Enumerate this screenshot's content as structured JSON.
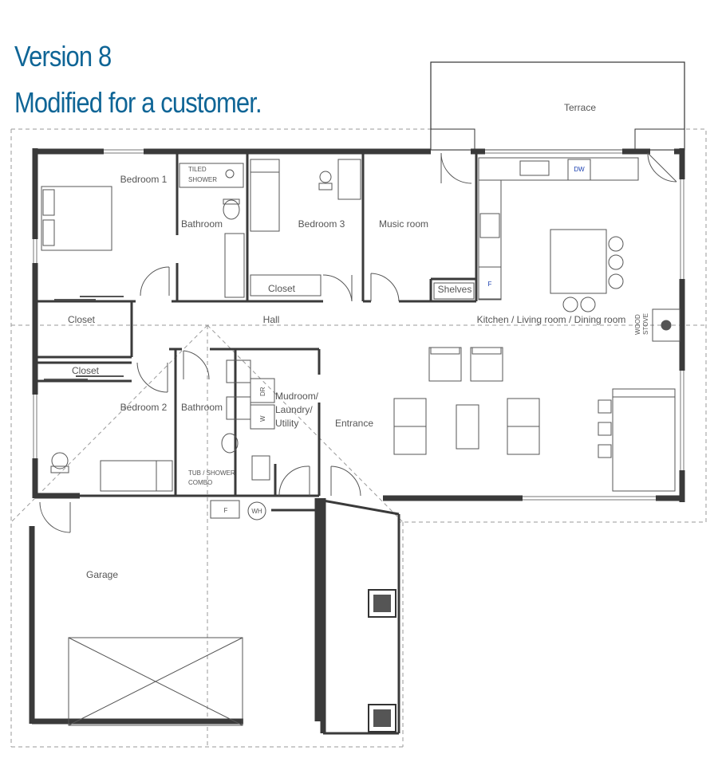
{
  "title": "Version 8",
  "subtitle": "Modified for a customer.",
  "accent_color": "#0f6596",
  "wall_color": "#3a3a3a",
  "rooms": {
    "terrace": "Terrace",
    "bedroom1": "Bedroom 1",
    "tiled_shower": [
      "TILED",
      "SHOWER"
    ],
    "bathroom_top": "Bathroom",
    "bedroom3": "Bedroom 3",
    "music_room": "Music room",
    "closet_b3": "Closet",
    "shelves": "Shelves",
    "closet_left": "Closet",
    "hall": "Hall",
    "kitchen": "Kitchen / Living room / Dining room",
    "closet_b2": "Closet",
    "bedroom2": "Bedroom 2",
    "bathroom_bottom": "Bathroom",
    "mudroom": [
      "Mudroom/",
      "Laundry/",
      "Utility"
    ],
    "entrance": "Entrance",
    "tub_shower": [
      "TUB / SHOWER",
      "COMBO"
    ],
    "garage": "Garage"
  },
  "fixtures": {
    "dishwasher": "DW",
    "fridge": "F",
    "wood_stove": [
      "WOOD",
      "STOVE"
    ],
    "dryer": "DR",
    "washer": "W",
    "furnace": "F",
    "water_heater": "WH"
  }
}
